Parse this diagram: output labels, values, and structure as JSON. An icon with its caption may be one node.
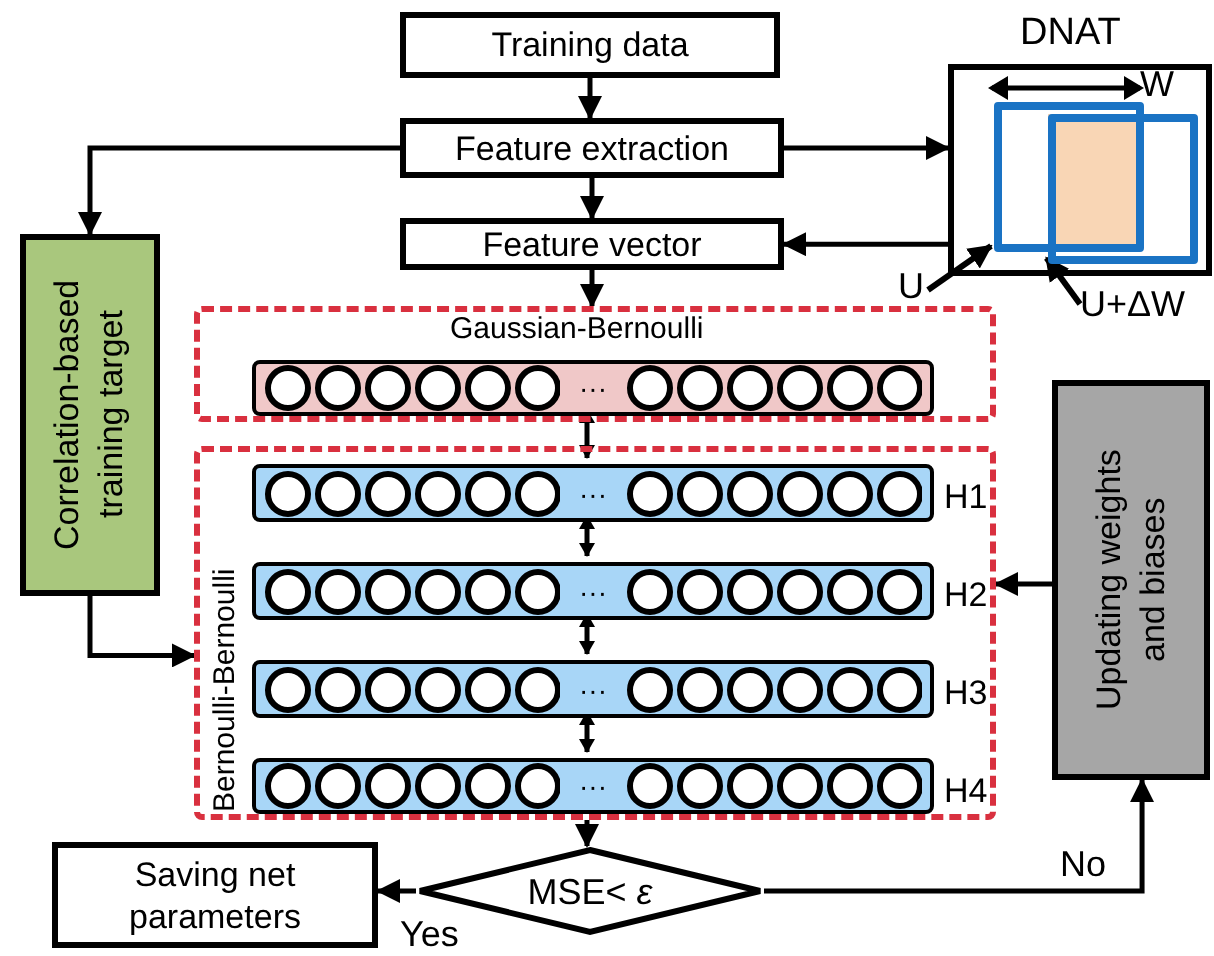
{
  "diagram": {
    "nodes": [
      {
        "text": [
          "Training data"
        ]
      },
      {
        "text": [
          "Feature extraction"
        ]
      },
      {
        "text": [
          "Feature vector"
        ]
      },
      {
        "text": [
          "DNAT"
        ]
      },
      {
        "text": [],
        "shape": "box",
        "in": 3
      },
      {
        "text": [],
        "shape": "box",
        "in": 3
      },
      {
        "text": [
          "U"
        ]
      },
      {
        "text": [
          "U+ΔW"
        ]
      },
      {
        "text": [
          "Correlation-based training target"
        ]
      },
      {
        "text": [
          "Gaussian-Bernoulli"
        ]
      },
      {
        "text": [
          "···"
        ],
        "in": 9
      },
      {
        "text": [
          "Bernoulli-Bernoulli"
        ]
      },
      {
        "text": [
          "···"
        ],
        "in": 11,
        "beside": [
          "H1"
        ]
      },
      {
        "text": [
          "···"
        ],
        "in": 11,
        "beside": [
          "H2"
        ]
      },
      {
        "text": [
          "···"
        ],
        "in": 11,
        "beside": [
          "H3"
        ]
      },
      {
        "text": [
          "···"
        ],
        "in": 11,
        "beside": [
          "H4"
        ]
      },
      {
        "text": [
          "Updating weights and biases"
        ]
      },
      {
        "text": [
          "MSE< *ε*"
        ]
      },
      {
        "text": [
          "Saving net parameters"
        ]
      }
    ],
    "edges": [
      {
        "from": 0,
        "to": 1,
        "arrow": "to"
      },
      {
        "from": 1,
        "to": 2,
        "arrow": "to"
      },
      {
        "from": 1,
        "to": 3,
        "arrow": "to"
      },
      {
        "from": 3,
        "to": 2,
        "arrow": "to"
      },
      {
        "from": 1,
        "to": 8,
        "arrow": "to"
      },
      {
        "from": 2,
        "to": 9,
        "arrow": "to"
      },
      {
        "from": 10,
        "to": 12,
        "arrow": "both"
      },
      {
        "from": 12,
        "to": 13,
        "arrow": "both"
      },
      {
        "from": 13,
        "to": 14,
        "arrow": "both"
      },
      {
        "from": 14,
        "to": 15,
        "arrow": "both"
      },
      {
        "from": 8,
        "to": 11,
        "arrow": "to"
      },
      {
        "from": 11,
        "to": 17,
        "arrow": "to"
      },
      {
        "from": 16,
        "to": 11,
        "arrow": "to"
      },
      {
        "from": 17,
        "to": 18,
        "arrow": "to",
        "label": "Yes"
      },
      {
        "from": 17,
        "to": 16,
        "arrow": "to",
        "label": "No"
      },
      {
        "from": 6,
        "to": 4,
        "arrow": "to"
      },
      {
        "from": 7,
        "to": 5,
        "arrow": "to"
      }
    ],
    "labels": [
      "W"
    ]
  }
}
